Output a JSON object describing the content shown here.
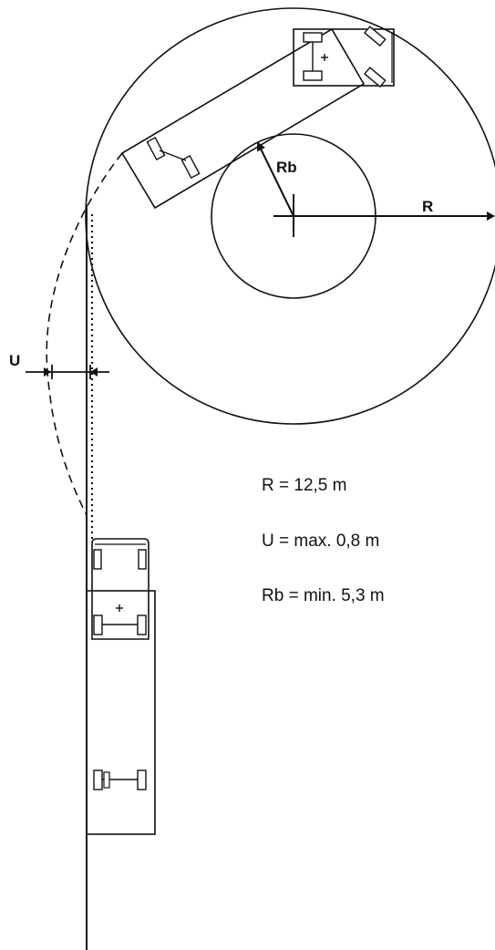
{
  "labels": {
    "r": "R",
    "rb": "Rb",
    "u": "U"
  },
  "legend": [
    {
      "text": "R = 12,5 m"
    },
    {
      "text": "U = max. 0,8 m"
    },
    {
      "text": "Rb = min. 5,3 m"
    }
  ],
  "colors": {
    "line": "#111111",
    "background": "#ffffff"
  }
}
